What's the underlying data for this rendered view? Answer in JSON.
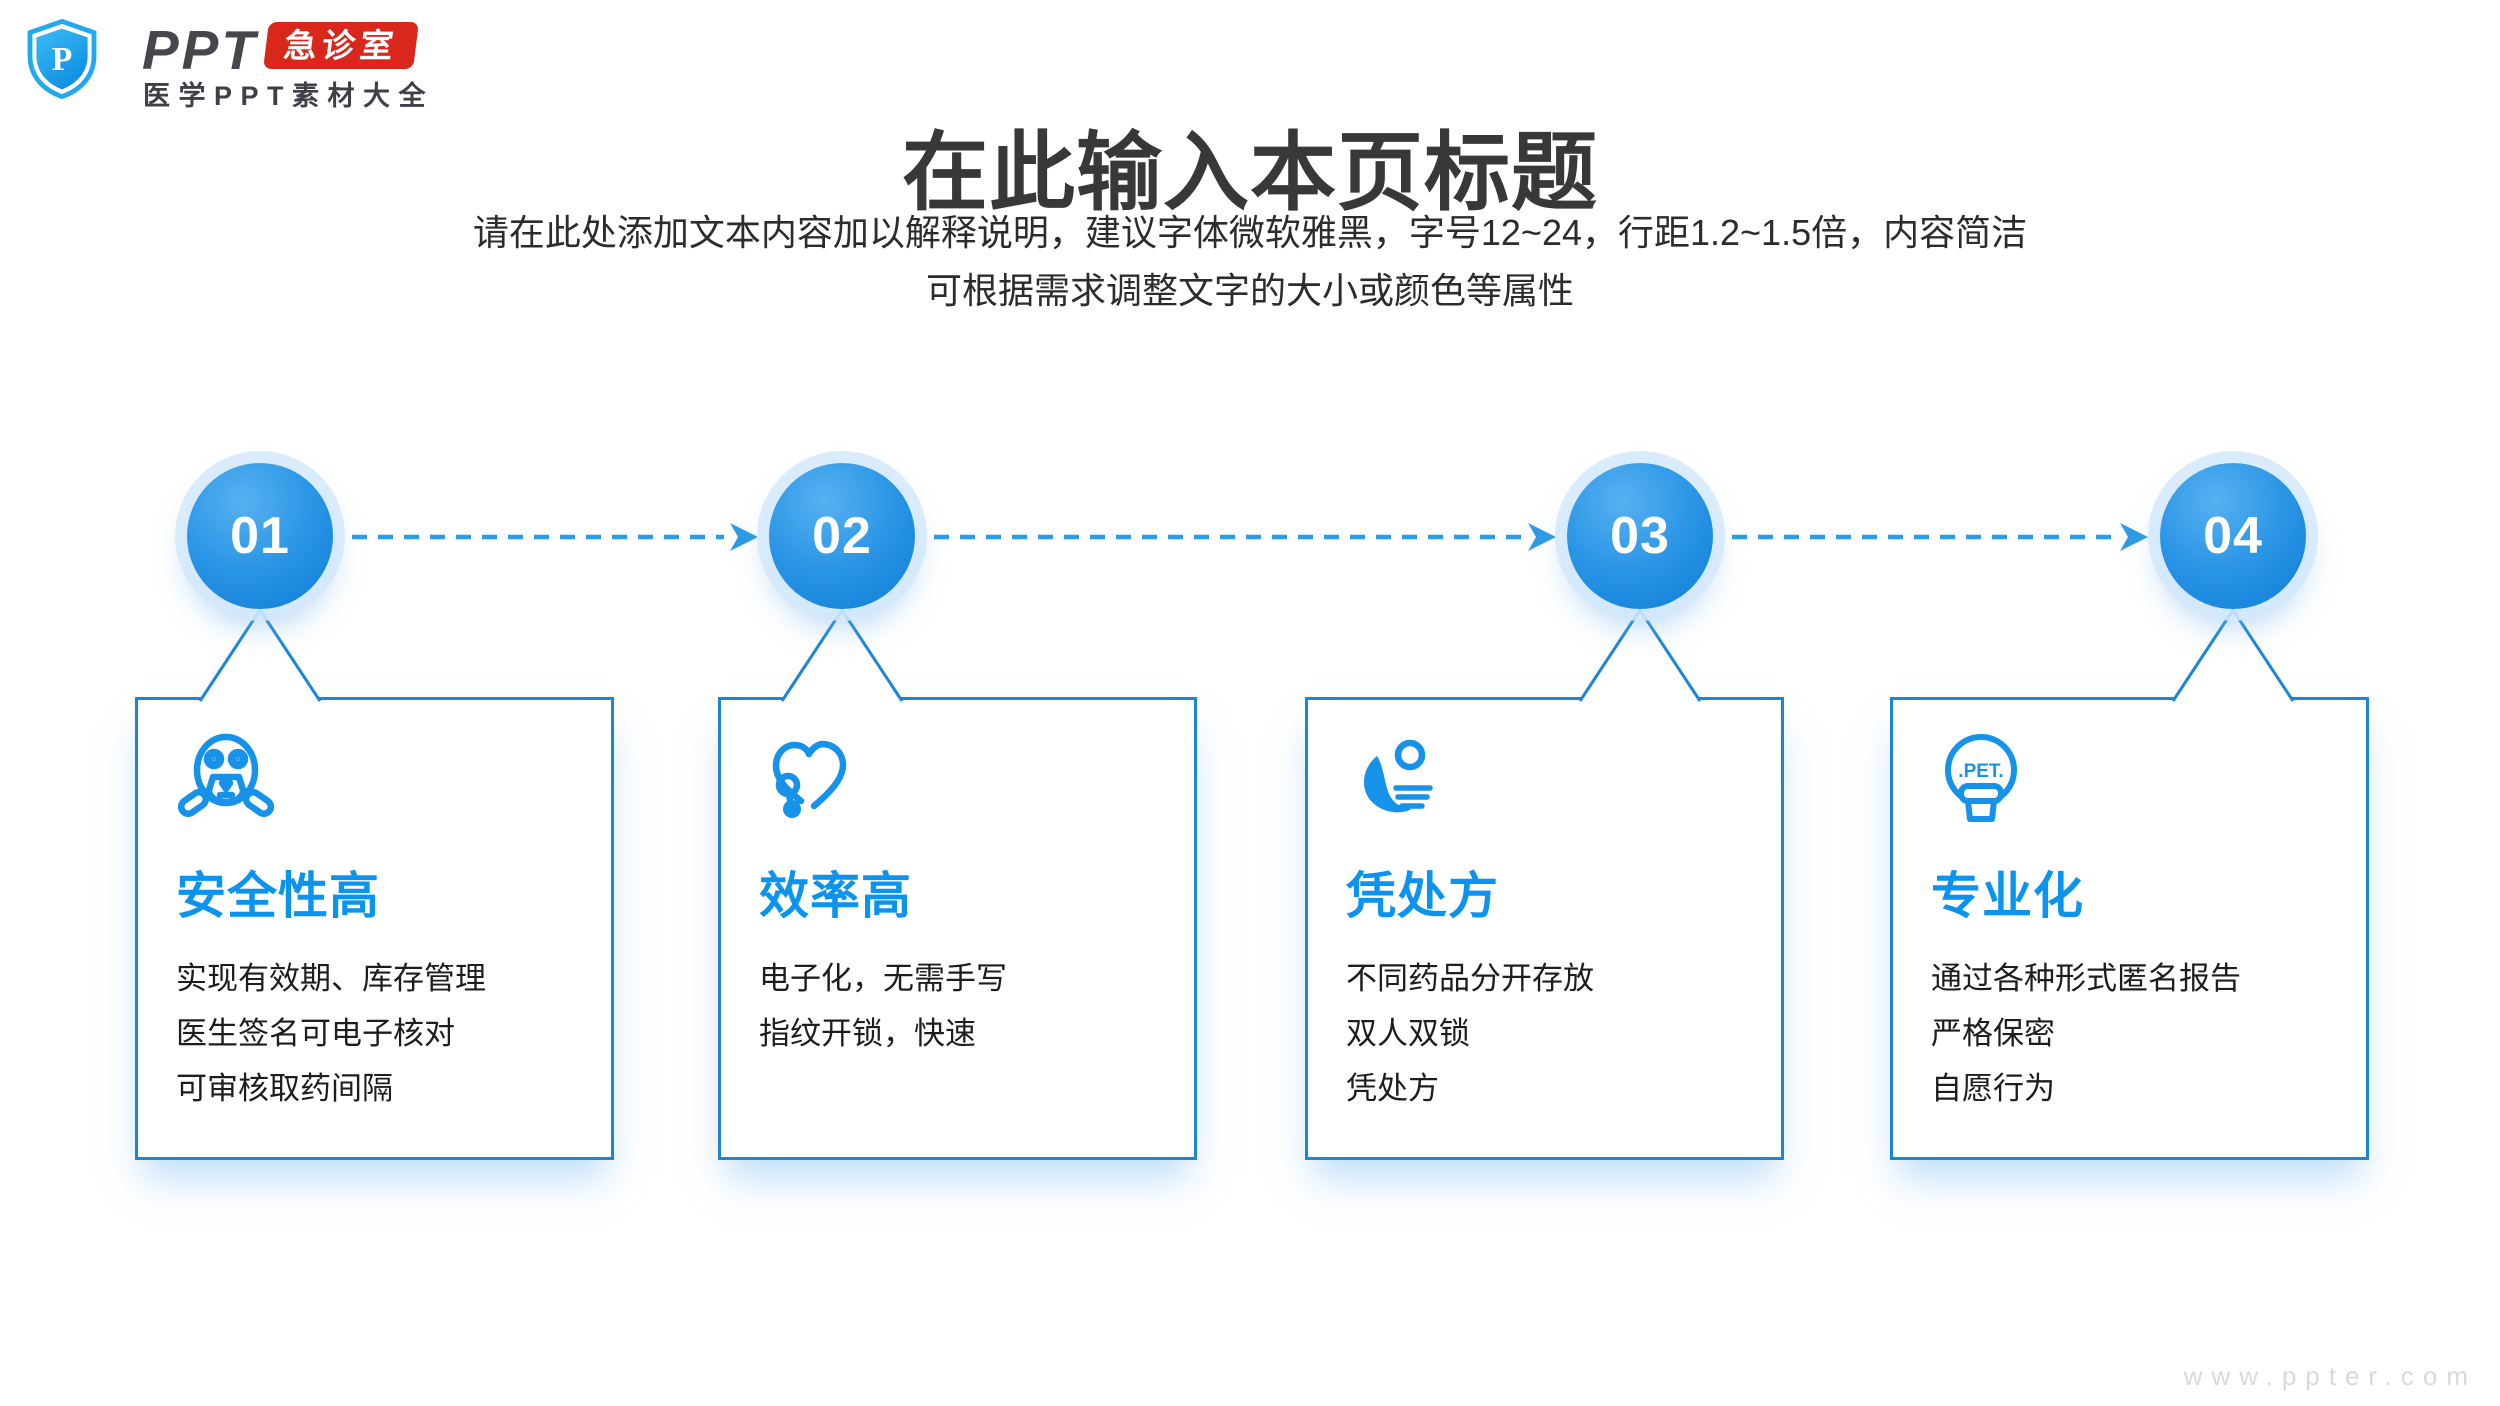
{
  "brand": {
    "shield_letter": "P",
    "logo_text": "PPT",
    "logo_badge": "急诊室",
    "tagline": "医学PPT素材大全"
  },
  "header": {
    "title": "在此输入本页标题",
    "subtitle_line1": "请在此处添加文本内容加以解释说明，建议字体微软雅黑，字号12~24，行距1.2~1.5倍，内容简洁",
    "subtitle_line2": "可根据需求调整文字的大小或颜色等属性"
  },
  "steps": [
    {
      "number": "01",
      "icon": "gas-mask-icon",
      "heading": "安全性高",
      "lines": [
        "实现有效期、库存管理",
        "医生签名可电子核对",
        "可审核取药间隔"
      ]
    },
    {
      "number": "02",
      "icon": "heart-stethoscope-icon",
      "heading": "效率高",
      "lines": [
        "电子化，无需手写",
        "指纹开锁，快速"
      ]
    },
    {
      "number": "03",
      "icon": "hand-care-icon",
      "heading": "凭处方",
      "lines": [
        "不同药品分开存放",
        "双人双锁",
        "凭处方"
      ]
    },
    {
      "number": "04",
      "icon": "pet-scanner-icon",
      "icon_label": ".PET.",
      "heading": "专业化",
      "lines": [
        "通过各种形式匿名报告",
        "严格保密",
        "自愿行为"
      ]
    }
  ],
  "footer": {
    "watermark": "www.ppter.com"
  },
  "colors": {
    "accent_blue": "#0b93ee",
    "card_border_blue": "#1b86d8",
    "dashed_arrow_blue": "#2d9be4",
    "circle_dark_blue": "#0d7cd6",
    "circle_light_blue": "#57b1f1",
    "badge_red": "#d9271c",
    "title_gray": "#383838",
    "watermark_gray": "#d9d9d9"
  }
}
